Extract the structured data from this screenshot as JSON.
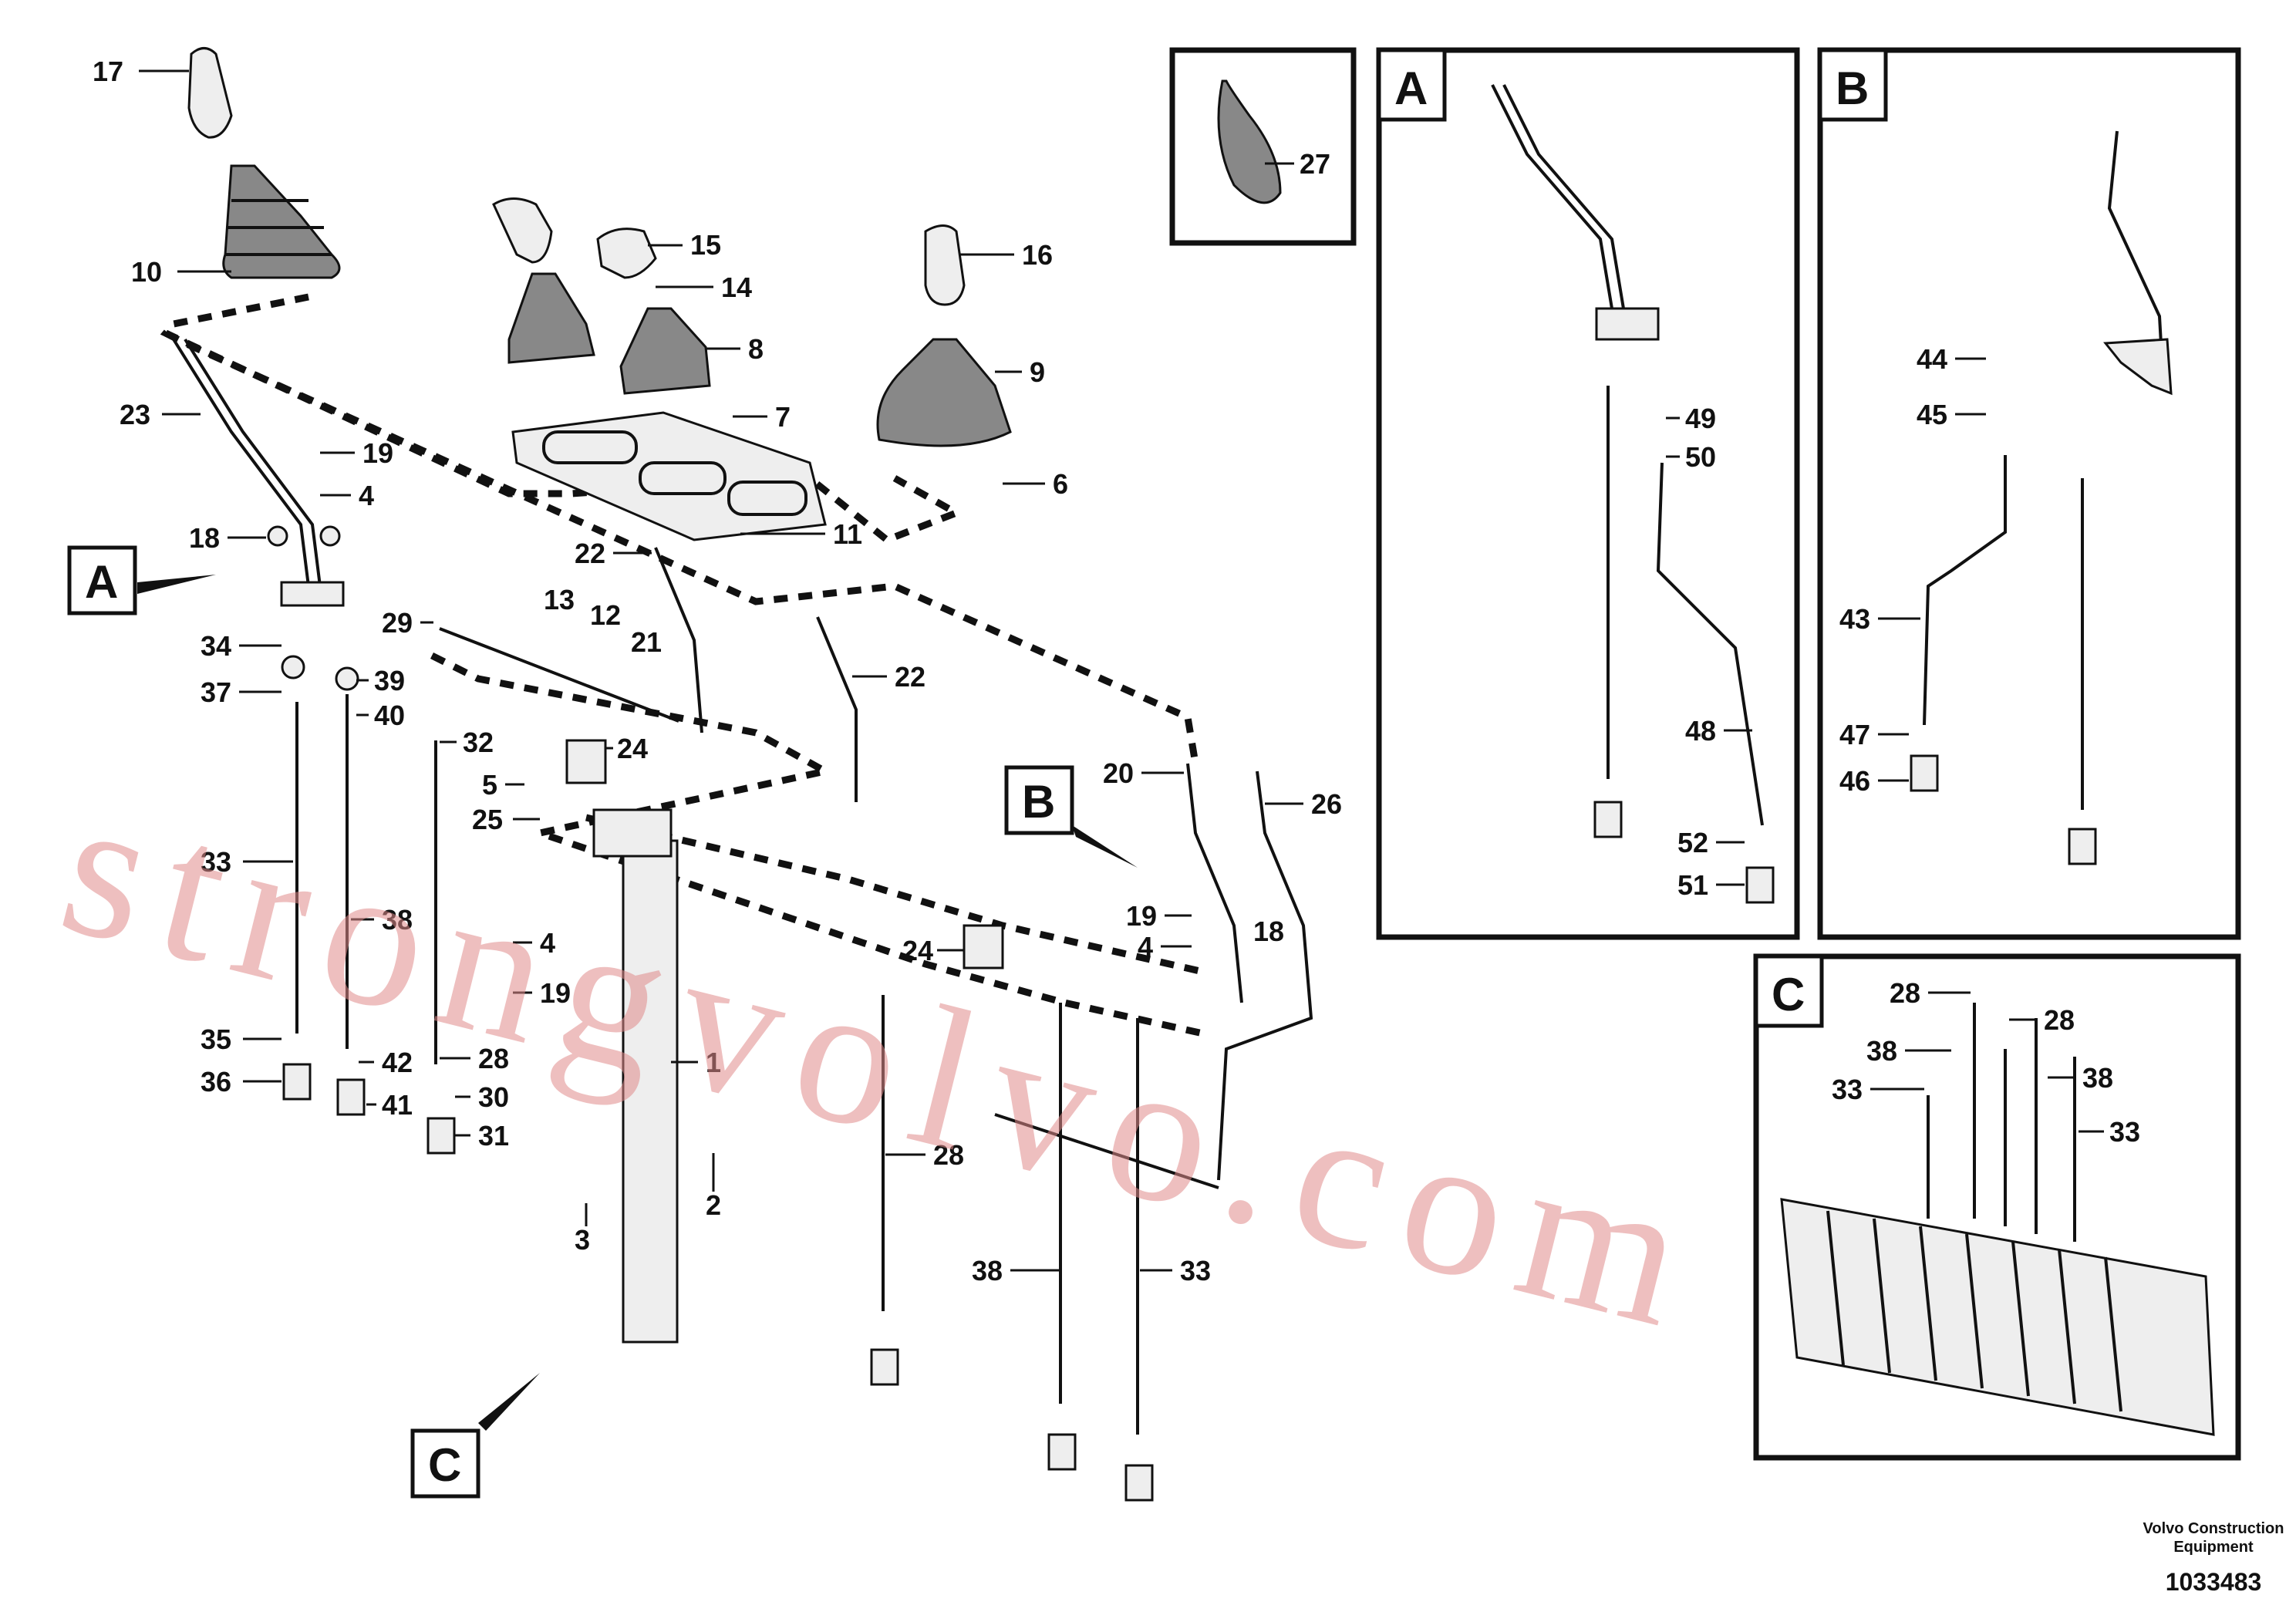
{
  "watermark": "strongvolvo.com",
  "footer": {
    "company_line1": "Volvo Construction",
    "company_line2": "Equipment",
    "drawing_number": "1033483"
  },
  "panels": {
    "inset_a": "A",
    "inset_b": "B",
    "inset_c": "C",
    "callout_a": "A",
    "callout_b": "B",
    "callout_c": "C"
  },
  "part_labels": [
    "17",
    "10",
    "15",
    "14",
    "16",
    "8",
    "9",
    "7",
    "6",
    "11",
    "23",
    "19",
    "4",
    "18",
    "22",
    "13",
    "12",
    "21",
    "34",
    "37",
    "39",
    "40",
    "29",
    "32",
    "24",
    "5",
    "25",
    "22",
    "20",
    "26",
    "33",
    "38",
    "4",
    "19",
    "35",
    "36",
    "42",
    "41",
    "28",
    "30",
    "31",
    "1",
    "3",
    "2",
    "19",
    "4",
    "18",
    "24",
    "28",
    "38",
    "33",
    "27",
    "49",
    "50",
    "48",
    "52",
    "51",
    "44",
    "45",
    "43",
    "47",
    "46",
    "28",
    "28",
    "38",
    "38",
    "33",
    "33"
  ]
}
